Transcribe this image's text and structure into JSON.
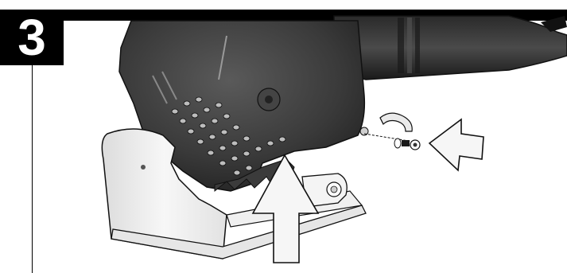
{
  "step": {
    "number": "3"
  },
  "colors": {
    "badge_bg": "#000000",
    "badge_fg": "#ffffff",
    "saw_body": "#3a3a3a",
    "saw_dark": "#2a2a2a",
    "base_plate": "#ececec",
    "arrow_fill": "#f2f2f2",
    "outline": "#222222"
  },
  "illustration": {
    "subject": "saw-blade-guard-assembly",
    "arrows": [
      "insert-arrow-left",
      "lift-arrow-up"
    ]
  }
}
